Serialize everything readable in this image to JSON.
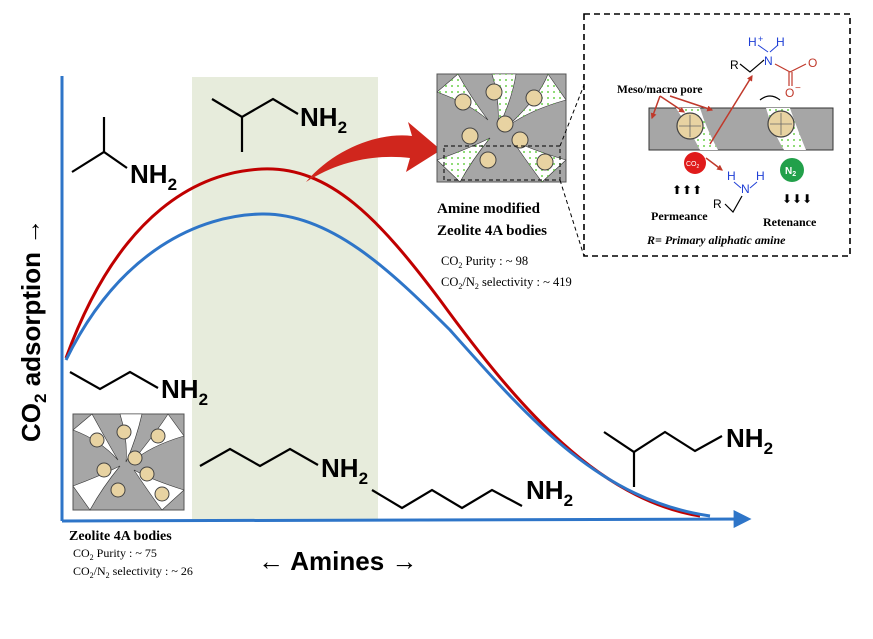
{
  "axes": {
    "y_label_main": "CO",
    "y_label_sub": "2",
    "y_label_rest": " adsorption →",
    "x_label": "← Amines →"
  },
  "amines": {
    "isopropylamine_nh": "NH",
    "isopropylamine_sub": "2",
    "isobutylamine_nh": "NH",
    "isobutylamine_sub": "2",
    "ethylamine_nh": "NH",
    "ethylamine_sub": "2",
    "butylamine_nh": "NH",
    "butylamine_sub": "2",
    "pentylamine_nh": "NH",
    "pentylamine_sub": "2",
    "isopentylamine_nh": "NH",
    "isopentylamine_sub": "2"
  },
  "unmodified": {
    "title": "Zeolite 4A bodies",
    "purity_label": "CO",
    "purity_sub": "2",
    "purity_rest": " Purity : ~ 75",
    "sel_co": "CO",
    "sel_co_sub": "2",
    "sel_n": "/N",
    "sel_n_sub": "2",
    "sel_rest": " selectivity : ~ 26"
  },
  "modified": {
    "title_line1": "Amine modified",
    "title_line2": "Zeolite 4A bodies",
    "purity_label": "CO",
    "purity_sub": "2",
    "purity_rest": " Purity : ~ 98",
    "sel_co": "CO",
    "sel_co_sub": "2",
    "sel_n": "/N",
    "sel_n_sub": "2",
    "sel_rest": " selectivity : ~ 419"
  },
  "inset": {
    "pore_label": "Meso/macro pore",
    "r_top": "R",
    "n_top": "N",
    "h_top_left": "H",
    "h_top_right": "H",
    "plus": "+",
    "o_top": "O",
    "o_minus": "O",
    "minus": "−",
    "co2_ball": "CO",
    "co2_ball_sub": "2",
    "n2_ball": "N",
    "n2_ball_sub": "2",
    "h1": "H",
    "n_mid": "N",
    "h2": "H",
    "r_mid": "R",
    "up_arrows": "⬆⬆⬆",
    "down_arrows": "⬇⬇⬇",
    "permeance": "Permeance",
    "retenance": "Retenance",
    "r_def": "R= Primary aliphatic amine"
  },
  "colors": {
    "red_curve": "#c00000",
    "blue_curve": "#2e75c8",
    "highlight": "#e7ecdc",
    "axis": "#2e75c8",
    "zeolite_gray": "#a6a6a6",
    "sphere": "#e8d3a2",
    "green_dots": "#6dd14c"
  }
}
